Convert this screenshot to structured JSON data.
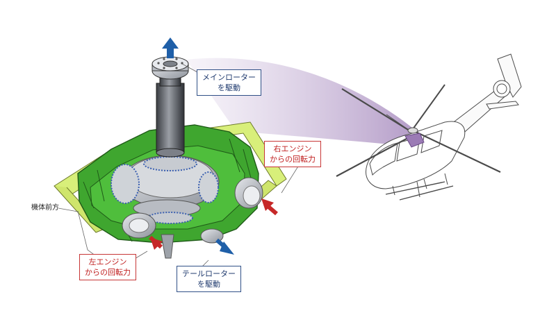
{
  "callouts": {
    "main_rotor": {
      "line1": "メインローター",
      "line2": "を駆動"
    },
    "right_engine": {
      "line1": "右エンジン",
      "line2": "からの回転力"
    },
    "left_engine": {
      "line1": "左エンジン",
      "line2": "からの回転力"
    },
    "tail_rotor": {
      "line1": "テールローター",
      "line2": "を駆動"
    }
  },
  "labels": {
    "front": "機体前方"
  },
  "colors": {
    "drive_arrow": "#1f5fa8",
    "engine_arrow": "#c62828",
    "gearbox_frame": "#3fa62f",
    "mount_strut": "#d8ef7a",
    "highlight": "#9b7bb5"
  }
}
